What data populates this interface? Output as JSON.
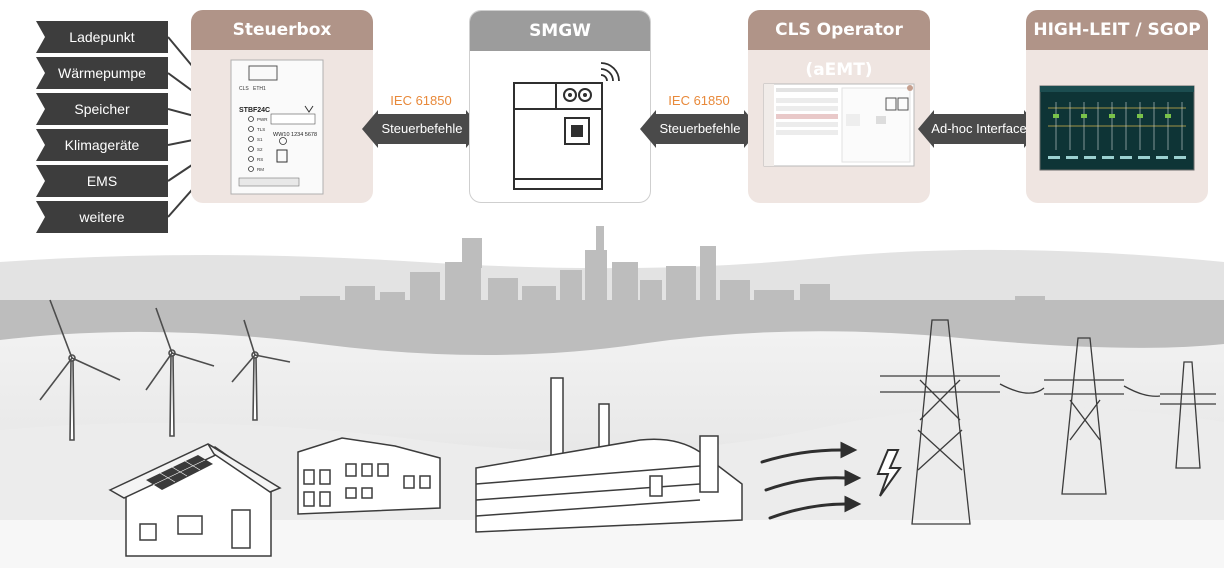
{
  "devices": [
    "Ladepunkt",
    "Wärmepumpe",
    "Speicher",
    "Klimageräte",
    "EMS",
    "weitere"
  ],
  "panels": {
    "steuerbox": {
      "title": "Steuerbox"
    },
    "smgw": {
      "title": "SMGW"
    },
    "cls": {
      "title": "CLS Operator (aEMT)"
    },
    "highleit": {
      "title": "HIGH-LEIT / SGOP"
    }
  },
  "box_labels": {
    "model": "STBF24C",
    "leds": [
      "PWR",
      "TLS",
      "S1",
      "S2",
      "RS",
      "RM"
    ],
    "serial": "WW10 1234 5678",
    "top_left": "CLS",
    "top_mid": "ETH1"
  },
  "links": [
    {
      "protocol": "IEC 61850",
      "label": "Steuerbefehle"
    },
    {
      "protocol": "IEC 61850",
      "label": "Steuerbefehle"
    },
    {
      "protocol": "",
      "label": "Ad-hoc Interface"
    }
  ],
  "colors": {
    "tab": "#3d3d3d",
    "panel_brown": "#b09488",
    "panel_brown_body": "#efe5e1",
    "panel_gray": "#9c9c9c",
    "accent_orange": "#e8893a",
    "arrow": "#4a4a4a"
  }
}
